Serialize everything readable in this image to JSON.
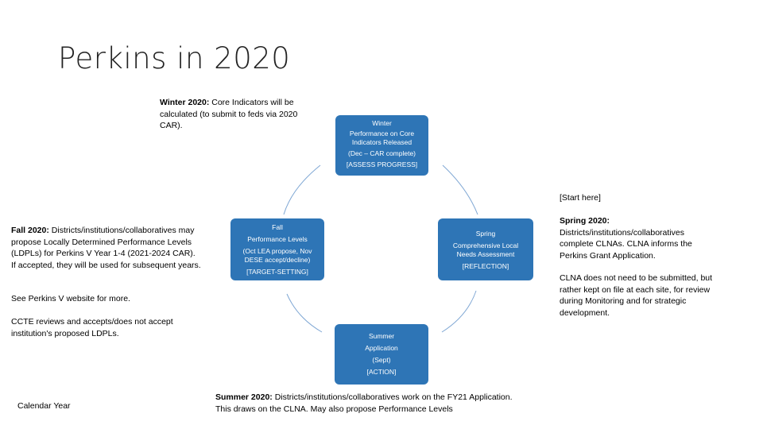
{
  "slide": {
    "title": "Perkins in 2020",
    "start_label": "[Start here]",
    "calendar_label": "Calendar Year"
  },
  "notes": {
    "winter": {
      "term": "Winter 2020:",
      "text": " Core Indicators will be calculated (to submit to feds via 2020 CAR)."
    },
    "fall": {
      "term": "Fall 2020:",
      "text": " Districts/institutions/collaboratives may propose Locally Determined Performance Levels (LDPLs) for Perkins V Year 1-4 (2021-2024 CAR). If accepted, they will be used for subsequent years."
    },
    "fall_more": "See Perkins V website for more.",
    "ccte": "CCTE reviews and accepts/does not accept institution's proposed LDPLs.",
    "spring": {
      "term": "Spring 2020:",
      "text": " Districts/institutions/collaboratives complete CLNAs. CLNA informs the Perkins Grant Application."
    },
    "spring_more": "CLNA does not need to be submitted, but rather kept on file at each site, for review during Monitoring and for strategic development.",
    "summer": {
      "term": "Summer 2020:",
      "text": " Districts/institutions/collaboratives work on the FY21 Application. This draws on the CLNA. May also propose Performance Levels"
    }
  },
  "boxes": {
    "winter": {
      "line1": "Winter",
      "line2": "Performance on Core Indicators Released",
      "line3": "(Dec – CAR complete)",
      "line4": "[ASSESS PROGRESS]"
    },
    "fall": {
      "line1": "Fall",
      "line2": "Performance Levels",
      "line3": "(Oct LEA propose, Nov DESE accept/decline)",
      "line4": "[TARGET-SETTING]"
    },
    "spring": {
      "line1": "Spring",
      "line2": "Comprehensive Local Needs Assessment",
      "line3": "[REFLECTION]"
    },
    "summer": {
      "line1": "Summer",
      "line2": "Application",
      "line3": "(Sept)",
      "line4": "[ACTION]"
    }
  },
  "colors": {
    "box_fill": "#2e75b6",
    "box_text": "#ffffff",
    "connector": "#7fa7d4"
  }
}
